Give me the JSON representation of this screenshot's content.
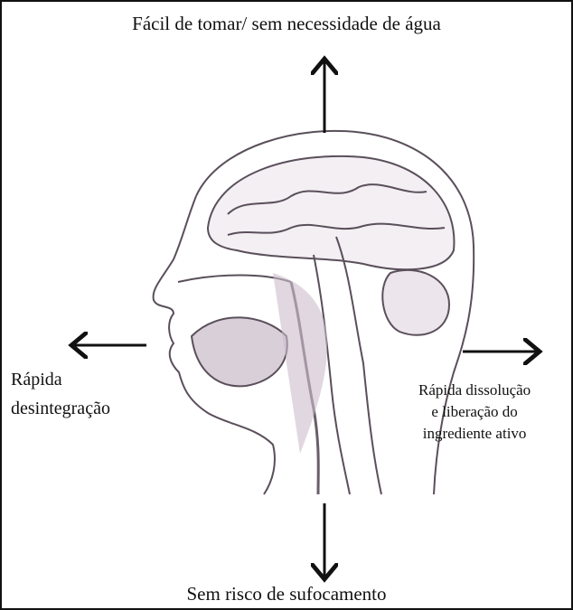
{
  "labels": {
    "top": "Fácil de tomar/ sem necessidade de água",
    "left_line1": "Rápida",
    "left_line2": "desintegração",
    "right_line1": "Rápida dissolução",
    "right_line2": "e liberação do",
    "right_line3": "ingrediente ativo",
    "bottom": "Sem risco de sufocamento"
  },
  "colors": {
    "sketch": "#5a4f5a",
    "shade": "#b8aab8",
    "arrow": "#111111"
  }
}
